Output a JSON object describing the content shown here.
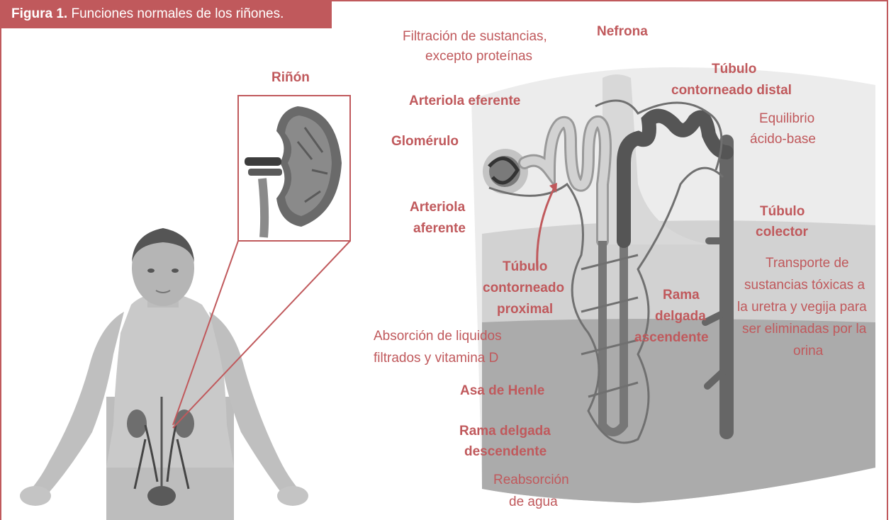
{
  "figure": {
    "label": "Figura 1.",
    "title": "Funciones normales de los riñones."
  },
  "labels": {
    "rinon": "Riñón",
    "nefrona": "Nefrona",
    "filtracion_1": "Filtración de sustancias,",
    "filtracion_2": "excepto proteínas",
    "arteriola_eferente": "Arteriola eferente",
    "glomerulo": "Glomérulo",
    "arteriola_aferente_1": "Arteriola",
    "arteriola_aferente_2": "aferente",
    "tubulo_distal_1": "Túbulo",
    "tubulo_distal_2": "contorneado distal",
    "equilibrio_1": "Equilibrio",
    "equilibrio_2": "ácido-base",
    "tubulo_colector_1": "Túbulo",
    "tubulo_colector_2": "colector",
    "transporte_1": "Transporte de",
    "transporte_2": "sustancias tóxicas a",
    "transporte_3": "la uretra y vegija para",
    "transporte_4": "ser eliminadas por la",
    "transporte_5": "orina",
    "tubulo_proximal_1": "Túbulo",
    "tubulo_proximal_2": "contorneado",
    "tubulo_proximal_3": "proximal",
    "rama_ascendente_1": "Rama",
    "rama_ascendente_2": "delgada",
    "rama_ascendente_3": "ascendente",
    "absorcion_1": "Absorción de liquidos",
    "absorcion_2": "filtrados y vitamina D",
    "asa_henle": "Asa de Henle",
    "rama_descendente_1": "Rama delgada",
    "rama_descendente_2": "descendente",
    "reabsorcion_1": "Reabsorción",
    "reabsorcion_2": "de agua"
  },
  "colors": {
    "accent": "#c0595c",
    "gray_dark": "#555555",
    "gray_mid": "#8a8a8a",
    "gray_light": "#d6d6d6"
  }
}
